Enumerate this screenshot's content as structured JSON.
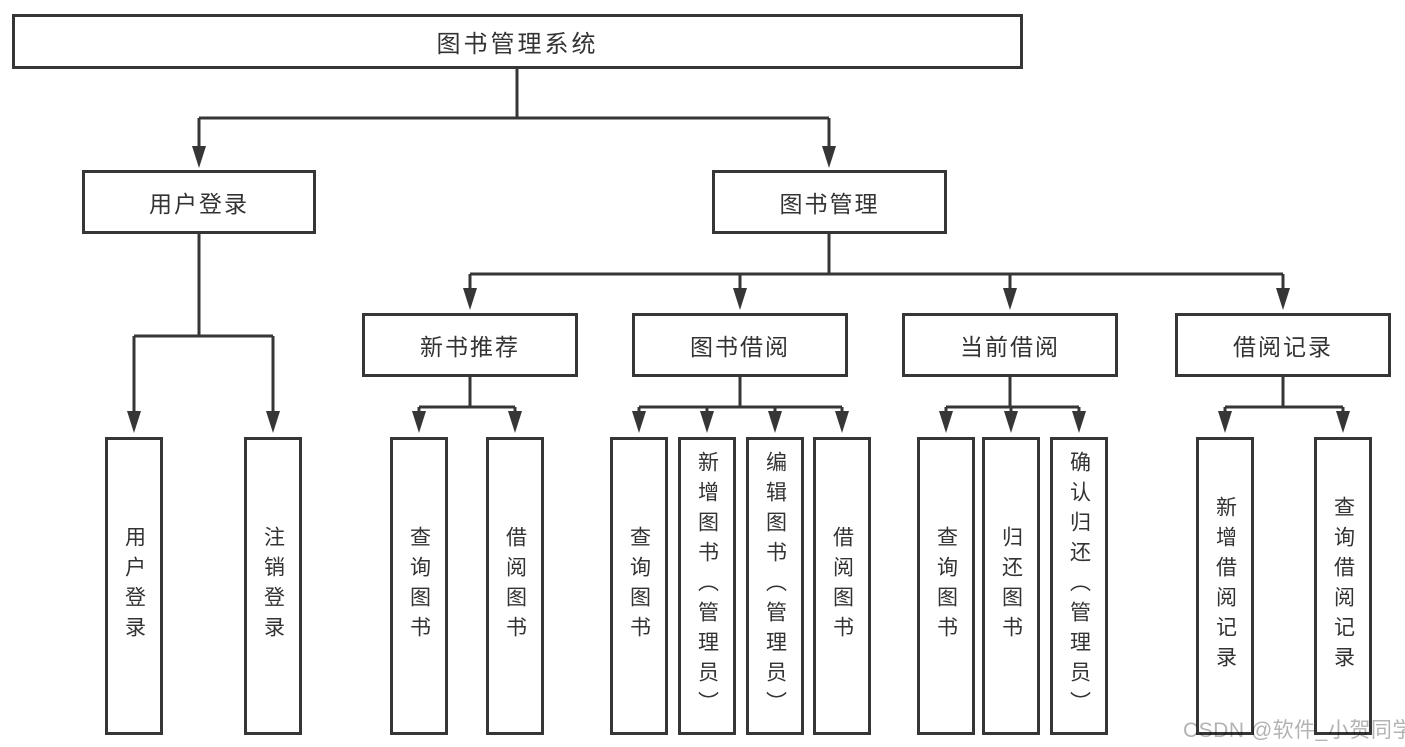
{
  "diagram": {
    "tree": {
      "label": "图书管理系统",
      "children": [
        {
          "label": "用户登录",
          "children": [
            {
              "label": "用户登录"
            },
            {
              "label": "注销登录"
            }
          ]
        },
        {
          "label": "图书管理",
          "children": [
            {
              "label": "新书推荐",
              "children": [
                {
                  "label": "查询图书"
                },
                {
                  "label": "借阅图书"
                }
              ]
            },
            {
              "label": "图书借阅",
              "children": [
                {
                  "label": "查询图书"
                },
                {
                  "label": "新增图书（管理员）"
                },
                {
                  "label": "编辑图书（管理员）"
                },
                {
                  "label": "借阅图书"
                }
              ]
            },
            {
              "label": "当前借阅",
              "children": [
                {
                  "label": "查询图书"
                },
                {
                  "label": "归还图书"
                },
                {
                  "label": "确认归还（管理员）"
                }
              ]
            },
            {
              "label": "借阅记录",
              "children": [
                {
                  "label": "新增借阅记录"
                },
                {
                  "label": "查询借阅记录"
                }
              ]
            }
          ]
        }
      ]
    },
    "colors": {
      "line": "#363636",
      "text": "#333333",
      "background": "#ffffff",
      "watermark": "#b3b3b3"
    }
  },
  "watermark": {
    "text": "CSDN @软件_小贺同学"
  }
}
